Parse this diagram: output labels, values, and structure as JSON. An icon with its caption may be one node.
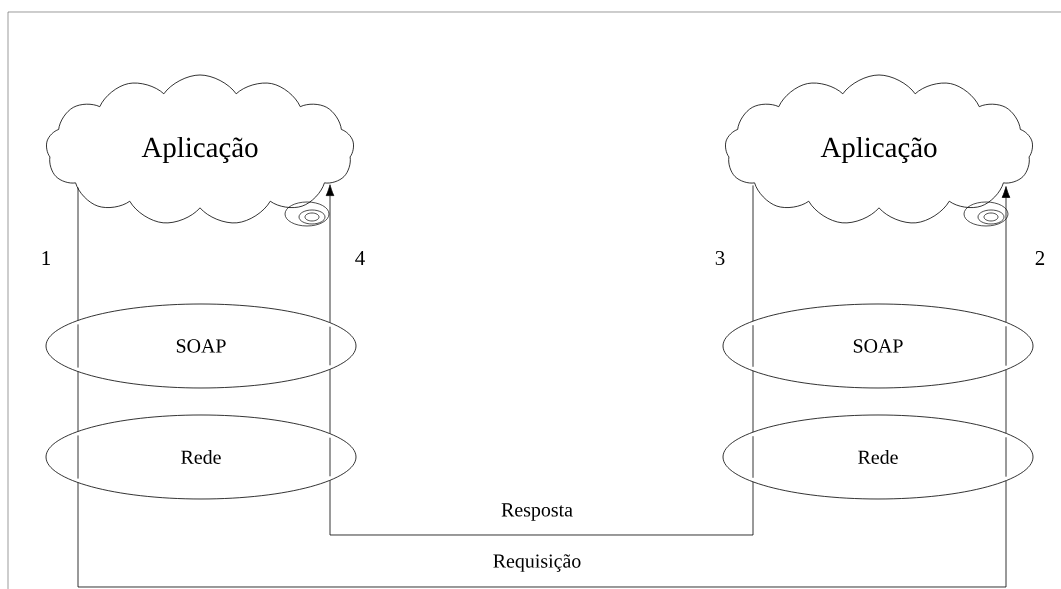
{
  "diagram": {
    "nodes": [
      {
        "text": [
          "Aplicação"
        ]
      },
      {
        "text": [
          "SOAP"
        ]
      },
      {
        "text": [
          "Rede"
        ]
      },
      {
        "text": [
          "Aplicação"
        ]
      },
      {
        "text": [
          "SOAP"
        ]
      },
      {
        "text": [
          "Rede"
        ]
      }
    ],
    "edges": [
      {
        "from": 0,
        "to": 1,
        "arrow": "none"
      },
      {
        "from": 1,
        "to": 2,
        "arrow": "none"
      },
      {
        "from": 2,
        "to": 5,
        "arrow": "none",
        "label": "Requisição"
      },
      {
        "from": 5,
        "to": 4,
        "arrow": "none"
      },
      {
        "from": 4,
        "to": 3,
        "arrow": "to"
      },
      {
        "from": 3,
        "to": 4,
        "arrow": "none"
      },
      {
        "from": 4,
        "to": 5,
        "arrow": "none"
      },
      {
        "from": 5,
        "to": 2,
        "arrow": "none",
        "label": "Resposta"
      },
      {
        "from": 2,
        "to": 1,
        "arrow": "none"
      },
      {
        "from": 1,
        "to": 0,
        "arrow": "to"
      }
    ],
    "labels": [
      "1",
      "4",
      "3",
      "2"
    ]
  }
}
